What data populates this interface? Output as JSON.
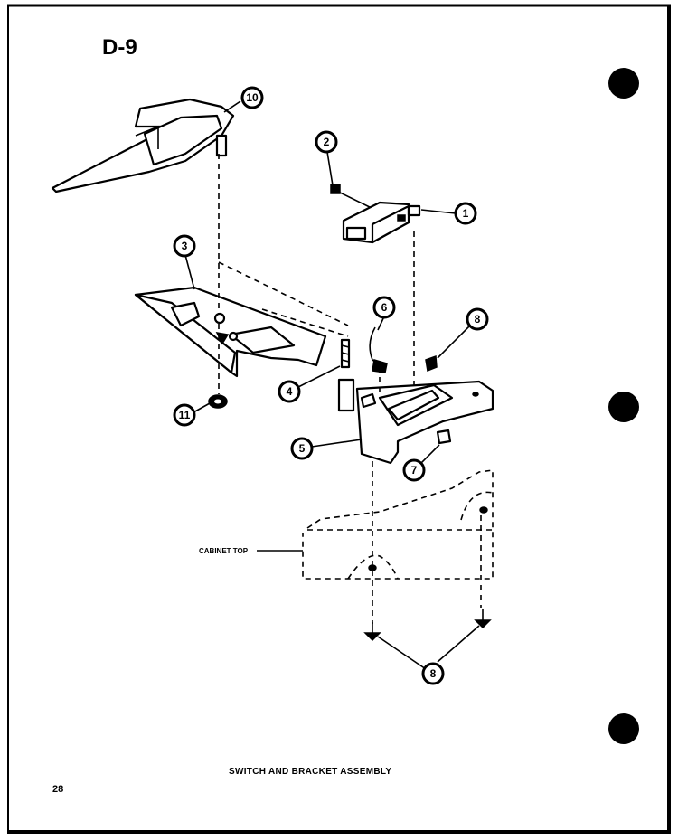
{
  "page": {
    "code": "D-9",
    "caption": "SWITCH AND BRACKET ASSEMBLY",
    "page_number": "28"
  },
  "annotations": {
    "cabinet_top": "CABINET TOP"
  },
  "callouts": [
    "10",
    "2",
    "1",
    "3",
    "6",
    "8",
    "4",
    "11",
    "5",
    "7",
    "8"
  ]
}
